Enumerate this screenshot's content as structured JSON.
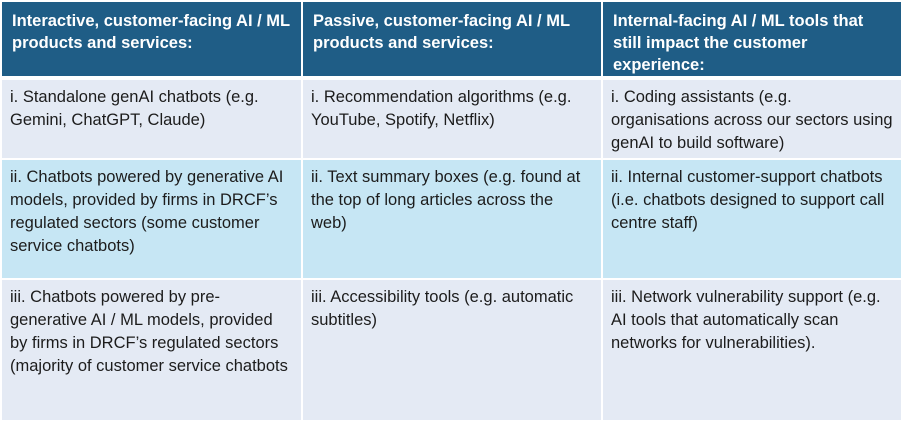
{
  "table": {
    "headers": [
      "Interactive, customer-facing AI / ML products and services:",
      "Passive, customer-facing AI / ML products and services:",
      "Internal-facing AI / ML tools that still impact the customer experience:"
    ],
    "rows": [
      [
        "i. Standalone genAI chatbots (e.g. Gemini, ChatGPT, Claude)",
        "i. Recommendation algorithms (e.g. YouTube, Spotify, Netflix)",
        "i. Coding assistants (e.g. organisations across our sectors using genAI to build software)"
      ],
      [
        "ii. Chatbots powered by generative AI models, provided by firms in DRCF’s regulated sectors (some customer service chatbots)",
        "ii. Text summary boxes (e.g. found at the top of long articles across the web)",
        "ii. Internal customer-support chatbots (i.e. chatbots designed to support call centre staff)"
      ],
      [
        "iii. Chatbots powered by pre-generative AI / ML models, provided by firms in DRCF’s regulated sectors (majority of customer service chatbots",
        "iii. Accessibility tools (e.g. automatic subtitles)",
        "iii. Network vulnerability support (e.g. AI tools that automatically scan networks for vulnerabilities)."
      ]
    ]
  },
  "colors": {
    "header_bg": "#1f5d86",
    "row_odd_bg": "#e4eaf4",
    "row_even_bg": "#c6e6f4"
  }
}
